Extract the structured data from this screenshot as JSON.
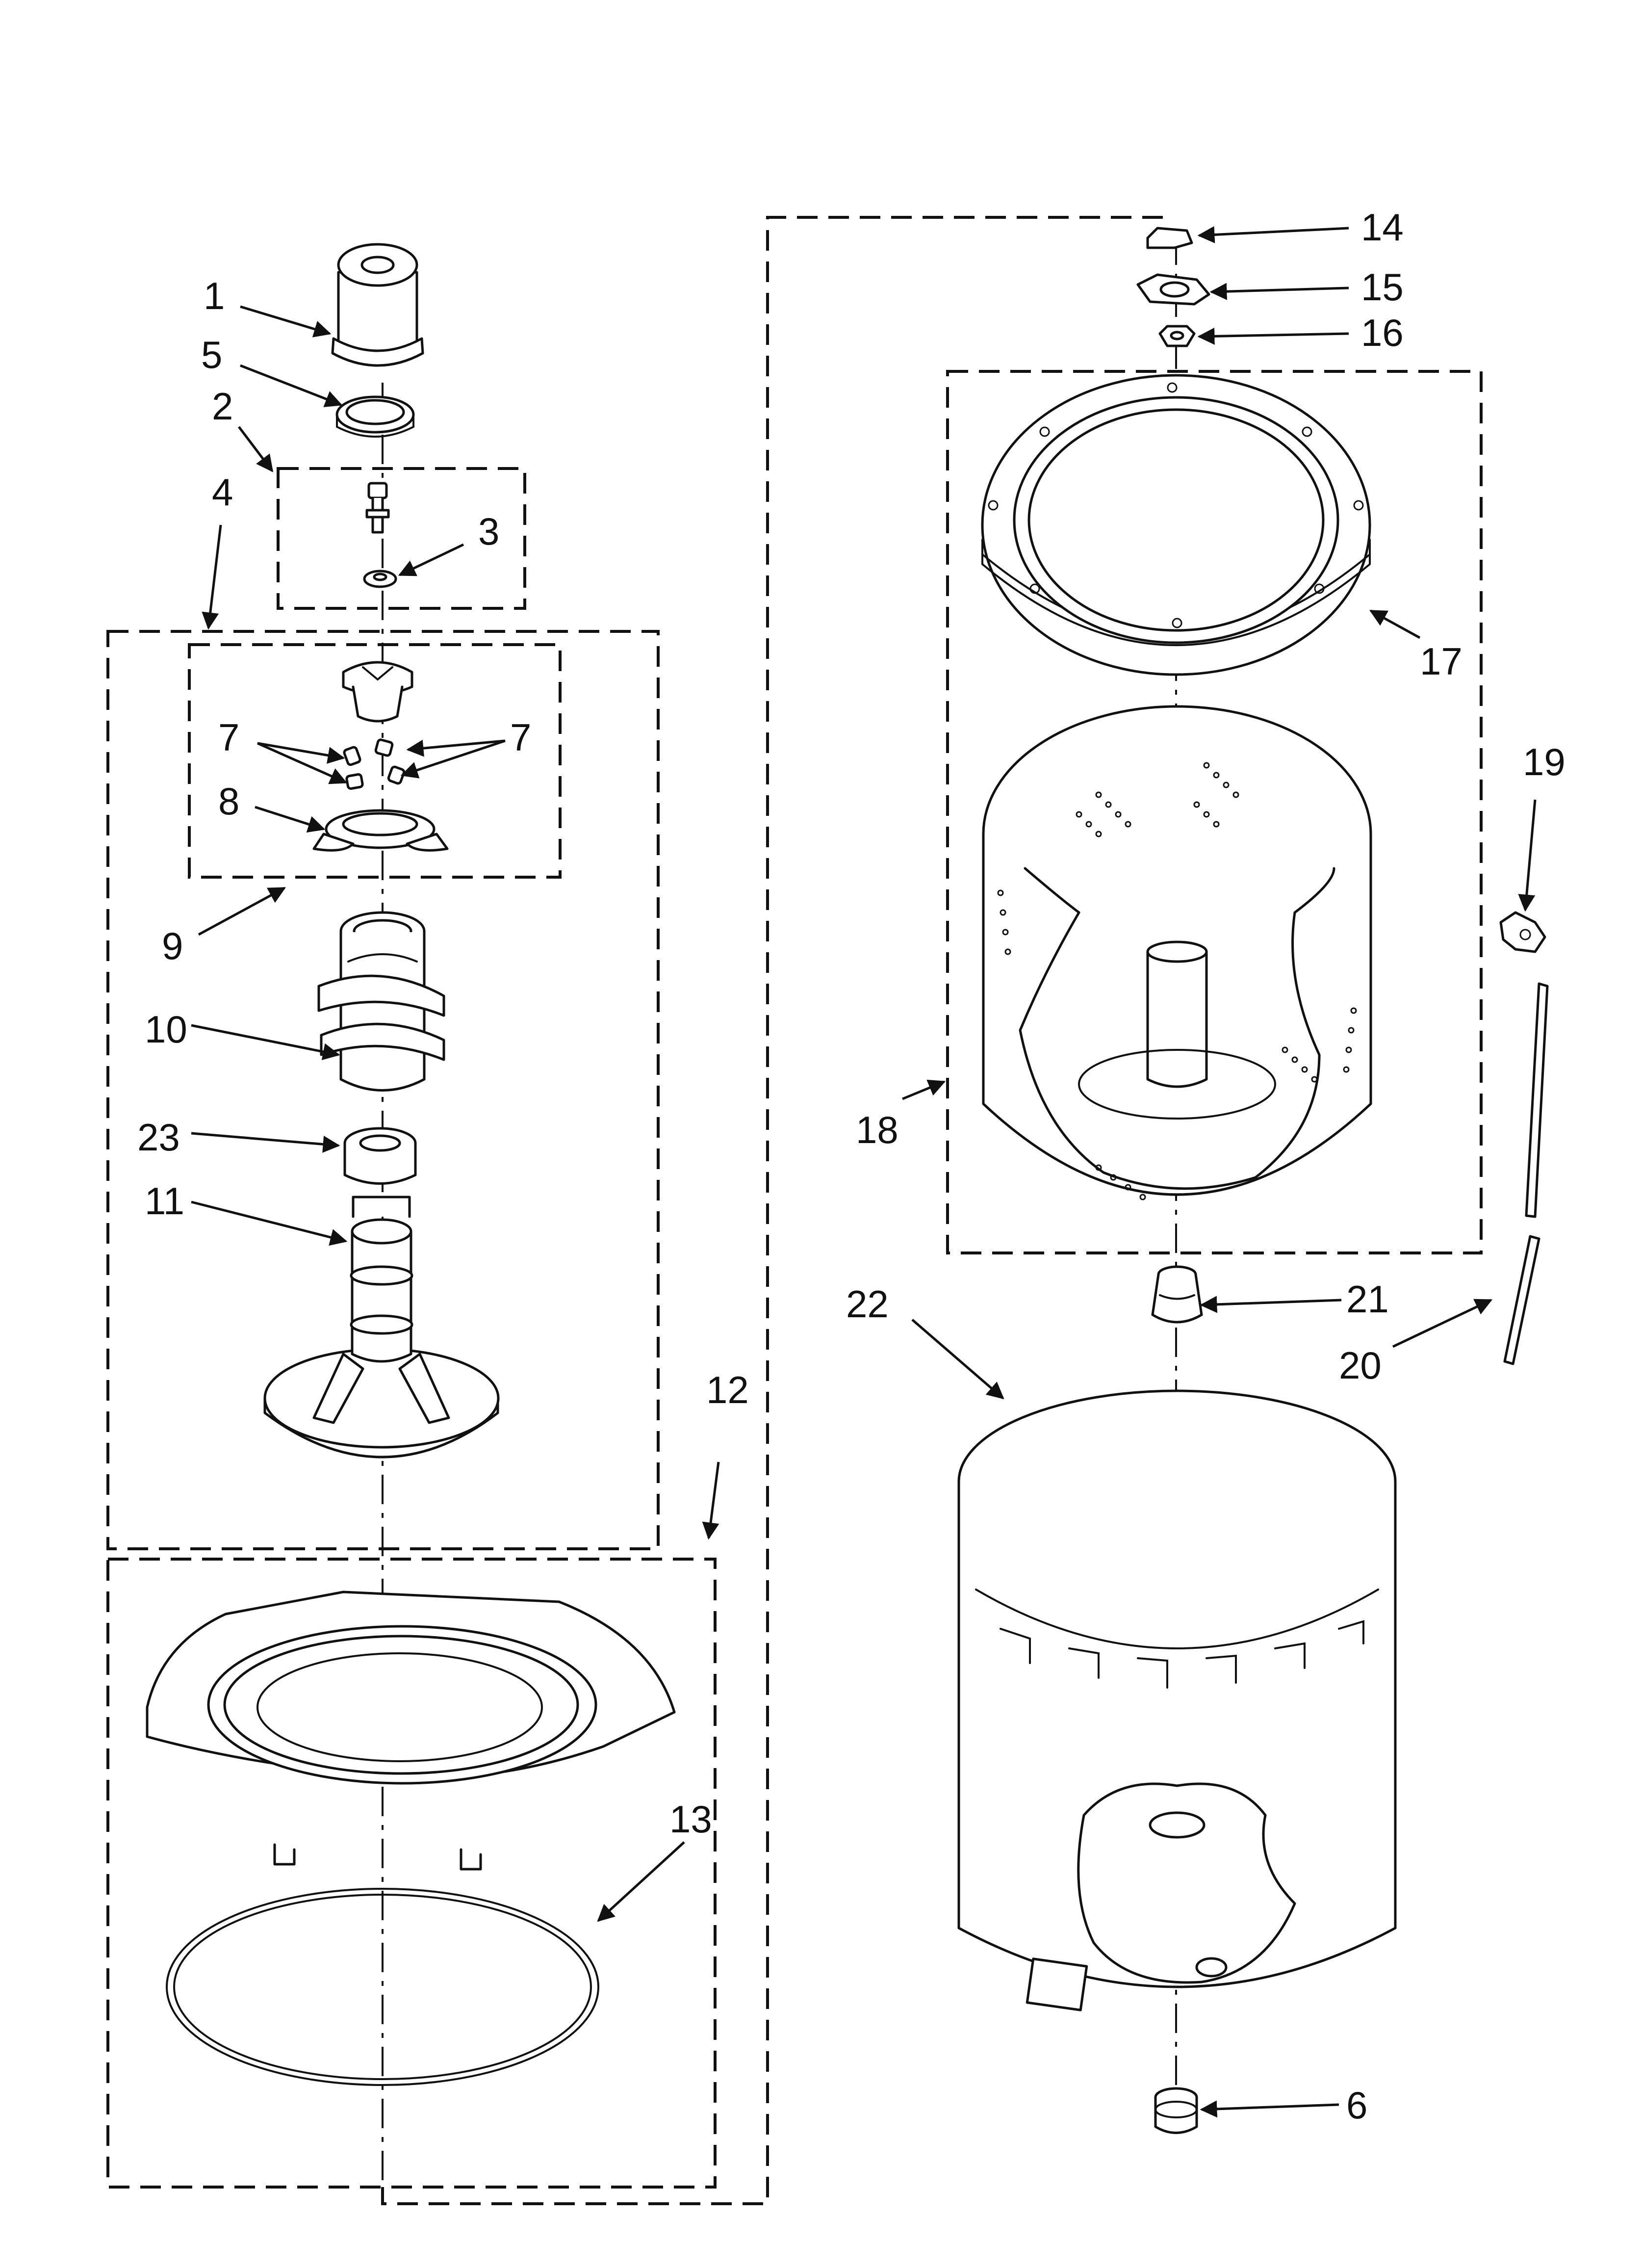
{
  "diagram": {
    "callouts": [
      {
        "id": "c1",
        "label": "1"
      },
      {
        "id": "c5",
        "label": "5"
      },
      {
        "id": "c2",
        "label": "2"
      },
      {
        "id": "c3",
        "label": "3"
      },
      {
        "id": "c4",
        "label": "4"
      },
      {
        "id": "c7a",
        "label": "7"
      },
      {
        "id": "c7b",
        "label": "7"
      },
      {
        "id": "c8",
        "label": "8"
      },
      {
        "id": "c9",
        "label": "9"
      },
      {
        "id": "c10",
        "label": "10"
      },
      {
        "id": "c23",
        "label": "23"
      },
      {
        "id": "c11",
        "label": "11"
      },
      {
        "id": "c12",
        "label": "12"
      },
      {
        "id": "c13",
        "label": "13"
      },
      {
        "id": "c14",
        "label": "14"
      },
      {
        "id": "c15",
        "label": "15"
      },
      {
        "id": "c16",
        "label": "16"
      },
      {
        "id": "c17",
        "label": "17"
      },
      {
        "id": "c18",
        "label": "18"
      },
      {
        "id": "c19",
        "label": "19"
      },
      {
        "id": "c20",
        "label": "20"
      },
      {
        "id": "c21",
        "label": "21"
      },
      {
        "id": "c22",
        "label": "22"
      },
      {
        "id": "c6",
        "label": "6"
      }
    ]
  }
}
